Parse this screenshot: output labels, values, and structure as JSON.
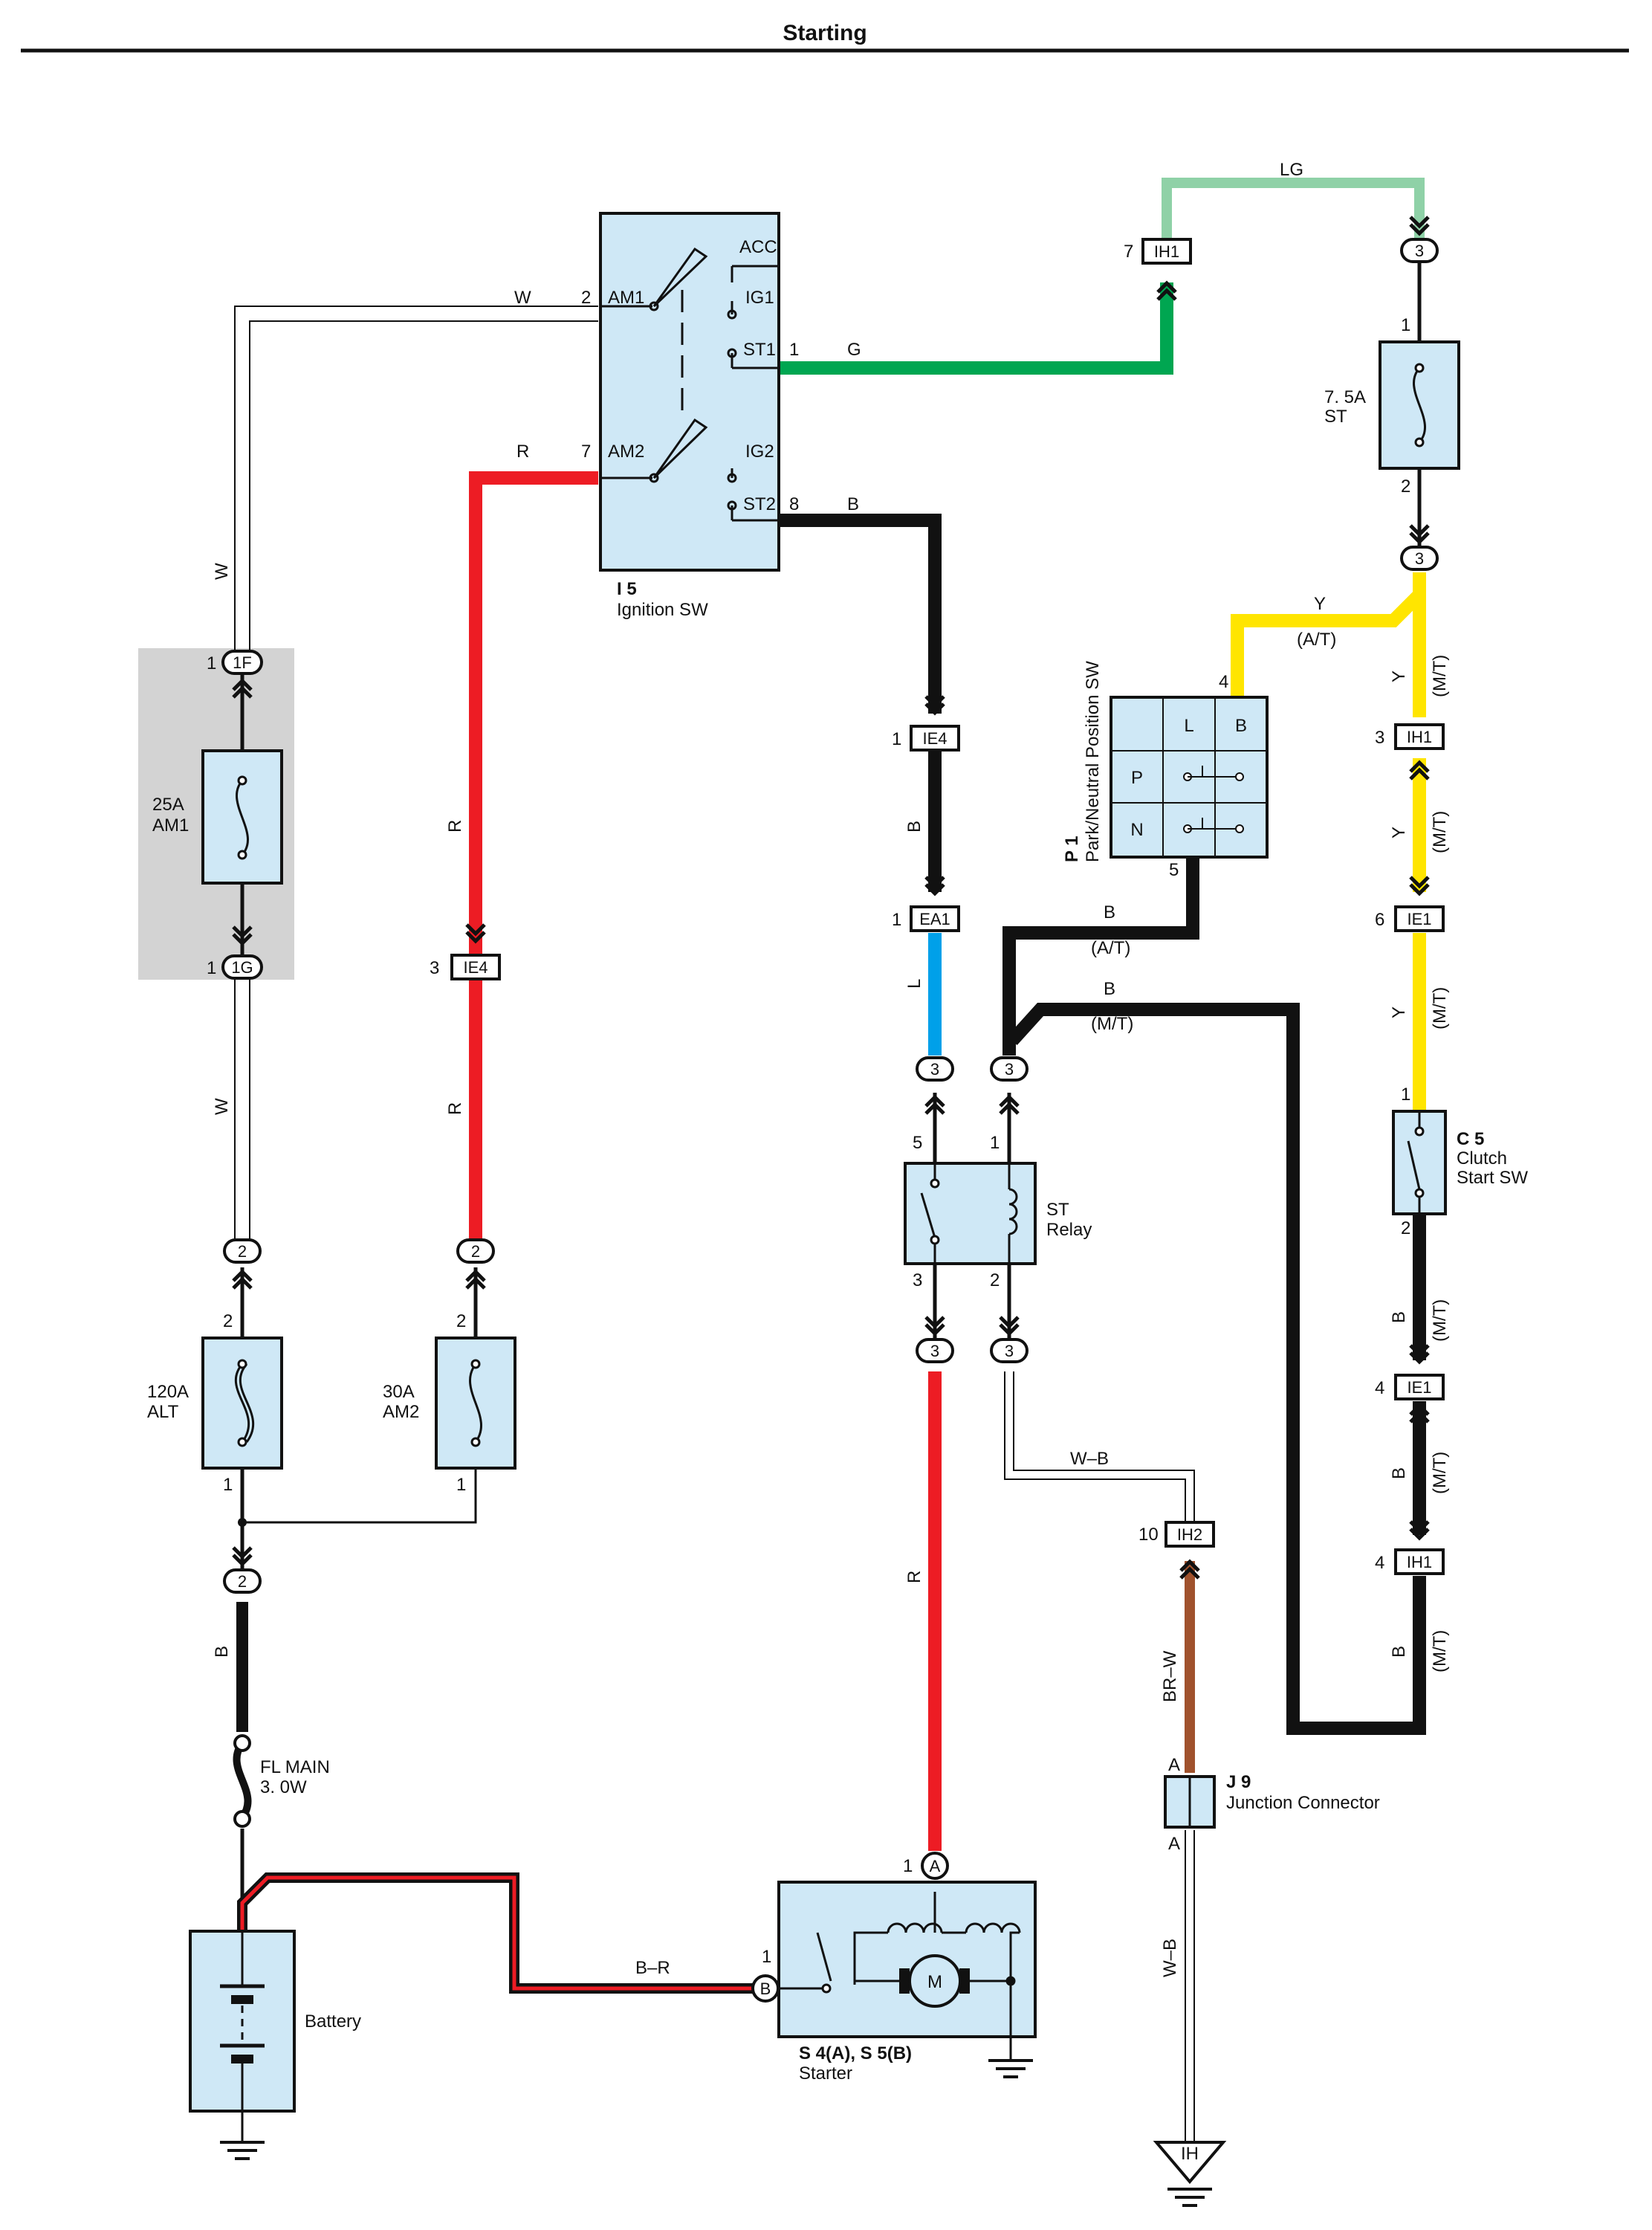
{
  "page_title": "Starting",
  "ignition_switch": {
    "id": "I 5",
    "name": "Ignition SW",
    "terminals": [
      "ACC",
      "AM1",
      "IG1",
      "ST1",
      "AM2",
      "IG2",
      "ST2"
    ],
    "pins": {
      "am1": "2",
      "st1": "1",
      "am2": "7",
      "st2": "8"
    }
  },
  "fuse_am1": {
    "rating": "25A",
    "name": "AM1",
    "pin_top": "1",
    "conn_top": "1F",
    "pin_bottom": "1",
    "conn_bottom": "1G"
  },
  "fuse_alt": {
    "rating": "120A",
    "name": "ALT",
    "pin_top": "2",
    "pin_bottom": "1"
  },
  "fuse_am2": {
    "rating": "30A",
    "name": "AM2",
    "pin_top": "2",
    "pin_bottom": "1"
  },
  "fuse_st": {
    "rating": "7. 5A",
    "name": "ST",
    "pin_top": "1",
    "pin_bottom": "2"
  },
  "fusible_link": {
    "name": "FL MAIN",
    "rating": "3. 0W"
  },
  "battery": {
    "name": "Battery"
  },
  "starter": {
    "id": "S 4(A), S 5(B)",
    "name": "Starter",
    "pin_a": "1",
    "term_a": "A",
    "pin_b": "1",
    "term_b": "B",
    "motor": "M"
  },
  "st_relay": {
    "line1": "ST",
    "line2": "Relay",
    "pins": {
      "p5": "5",
      "p1": "1",
      "p3": "3",
      "p2": "2"
    }
  },
  "pn_switch": {
    "id": "P 1",
    "name": "Park/Neutral Position SW",
    "cols": [
      "L",
      "B"
    ],
    "rows": [
      "P",
      "N"
    ],
    "pin_top": "4",
    "pin_bottom": "5"
  },
  "clutch_switch": {
    "id": "C 5",
    "line1": "Clutch",
    "line2": "Start SW",
    "pin_top": "1",
    "pin_bottom": "2"
  },
  "junction": {
    "id": "J 9",
    "name": "Junction Connector",
    "pin_top": "A",
    "pin_bottom": "A"
  },
  "ground_ih": "IH",
  "connectors": {
    "ih1_top": {
      "pin": "7",
      "code": "IH1"
    },
    "ie4_b": {
      "pin": "1",
      "code": "IE4"
    },
    "ea1": {
      "pin": "1",
      "code": "EA1"
    },
    "ie4_r": {
      "pin": "3",
      "code": "IE4"
    },
    "ih1_y": {
      "pin": "3",
      "code": "IH1"
    },
    "ie1_y": {
      "pin": "6",
      "code": "IE1"
    },
    "ie1_b": {
      "pin": "4",
      "code": "IE1"
    },
    "ih1_b": {
      "pin": "4",
      "code": "IH1"
    },
    "ih2": {
      "pin": "10",
      "code": "IH2"
    }
  },
  "junction_pins": {
    "j_st_top": "3",
    "j_st_bottom": "3",
    "j_relay_l": "3",
    "j_relay_r": "3",
    "j_relay_b1": "3",
    "j_relay_b2": "3",
    "j_alt_top": "2",
    "j_am2_top": "2",
    "j_alt_bottom": "2"
  },
  "wires": {
    "w_top": "W",
    "w_left": "W",
    "w_left2": "W",
    "r_top": "R",
    "r_mid": "R",
    "r_low": "R",
    "r_starter": "R",
    "g": "G",
    "b_st2": "B",
    "b_vert": "B",
    "l": "L",
    "lg": "LG",
    "y_at": "Y",
    "at": "(A/T)",
    "y_mt1": "Y",
    "mt1": "(M/T)",
    "y_mt2": "Y",
    "mt2": "(M/T)",
    "y_mt3": "Y",
    "mt3": "(M/T)",
    "b_at": "B",
    "at2": "(A/T)",
    "b_mt": "B",
    "mt4": "(M/T)",
    "b_mt_r1": "B",
    "mt5": "(M/T)",
    "b_mt_r2": "B",
    "mt6": "(M/T)",
    "b_mt_r3": "B",
    "mt7": "(M/T)",
    "wb": "W–B",
    "brw": "BR–W",
    "wb2": "W–B",
    "br": "B–R",
    "b_batt": "B"
  },
  "colors": {
    "green": "#00a651",
    "light_green": "#8fd1a7",
    "red": "#ed1c24",
    "yellow": "#ffe500",
    "blue": "#00a0e9",
    "brown": "#a0522d",
    "black": "#111111",
    "component": "#cfe8f6",
    "shade": "#d3d3d3"
  }
}
